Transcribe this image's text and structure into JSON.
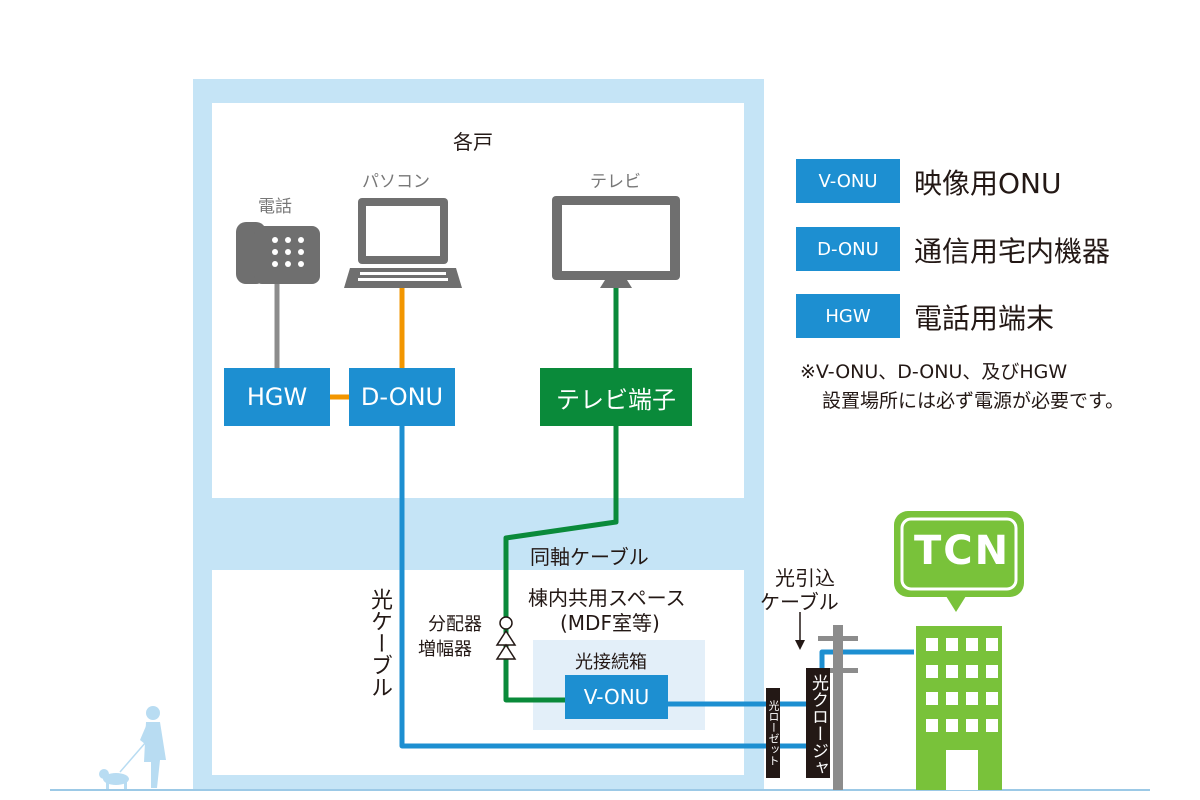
{
  "building": {
    "unit_title": "各戸",
    "phone_label": "電話",
    "pc_label": "パソコン",
    "tv_label": "テレビ",
    "hgw": "HGW",
    "d_onu": "D-ONU",
    "tv_terminal": "テレビ端子",
    "coax_label": "同軸ケーブル",
    "fiber_label": "光ケーブル",
    "common_space_line1": "棟内共用スペース",
    "common_space_line2": "(MDF室等)",
    "splitter_line1": "分配器",
    "splitter_line2": "増幅器",
    "junction_box": "光接続箱",
    "v_onu": "V-ONU"
  },
  "outside": {
    "drop_cable_line1": "光引込",
    "drop_cable_line2": "ケーブル",
    "rosette": "光ローゼット",
    "closure": "光クロージャ",
    "tcn_logo": "TCN"
  },
  "legend": {
    "items": [
      {
        "badge": "V-ONU",
        "desc": "映像用ONU"
      },
      {
        "badge": "D-ONU",
        "desc": "通信用宅内機器"
      },
      {
        "badge": "HGW",
        "desc": "電話用端末"
      }
    ],
    "note_line1": "※V-ONU、D-ONU、及びHGW",
    "note_line2": "設置場所には必ず電源が必要です。"
  },
  "colors": {
    "building_frame": "#c5e4f6",
    "fiber_blue": "#1d8fd1",
    "coax_green": "#0a8a3a",
    "lan_orange": "#f29600",
    "phone_gray": "#8c8c8c",
    "tcn_green": "#79c23a",
    "junction_bg": "#e3eff9"
  }
}
